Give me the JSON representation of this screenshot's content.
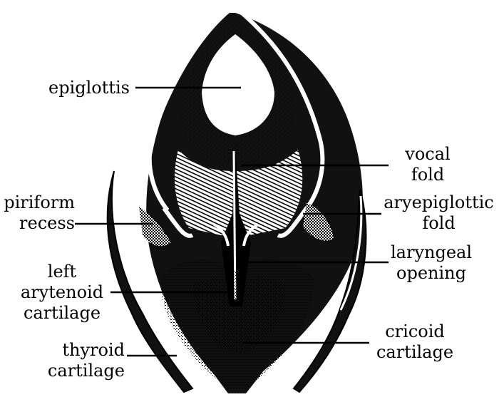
{
  "labels": {
    "epiglottis": "epiglottis",
    "vocal_fold_1": "vocal",
    "vocal_fold_2": "fold",
    "piriform_1": "piriform",
    "piriform_2": "recess",
    "aryepiglottic_1": "aryepiglottic",
    "aryepiglottic_2": "fold",
    "laryngeal_1": "laryngeal",
    "laryngeal_2": "opening",
    "arytenoid_1": "left",
    "arytenoid_2": "arytenoid",
    "arytenoid_3": "cartilage",
    "cricoid_1": "cricoid",
    "cricoid_2": "cartilage",
    "thyroid_1": "thyroid",
    "thyroid_2": "cartilage"
  }
}
